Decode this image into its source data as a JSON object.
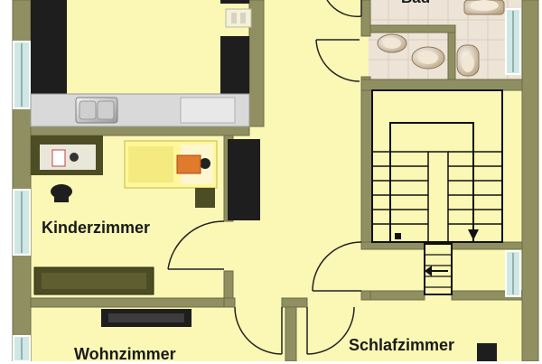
{
  "rooms": {
    "bad": "Bad",
    "kinderzimmer": "Kinderzimmer",
    "wohnzimmer": "Wohnzimmer",
    "schlafzimmer": "Schlafzimmer"
  },
  "colors": {
    "floor": "#fbf7b5",
    "wall": "#8f8f62",
    "wall_edge": "#6d6d47",
    "tile": "#ede3d6",
    "window": "#cfe8e6",
    "furniture_dark": "#1e1e1e",
    "counter": "#d9d9d9",
    "desk": "#4c4c25"
  }
}
